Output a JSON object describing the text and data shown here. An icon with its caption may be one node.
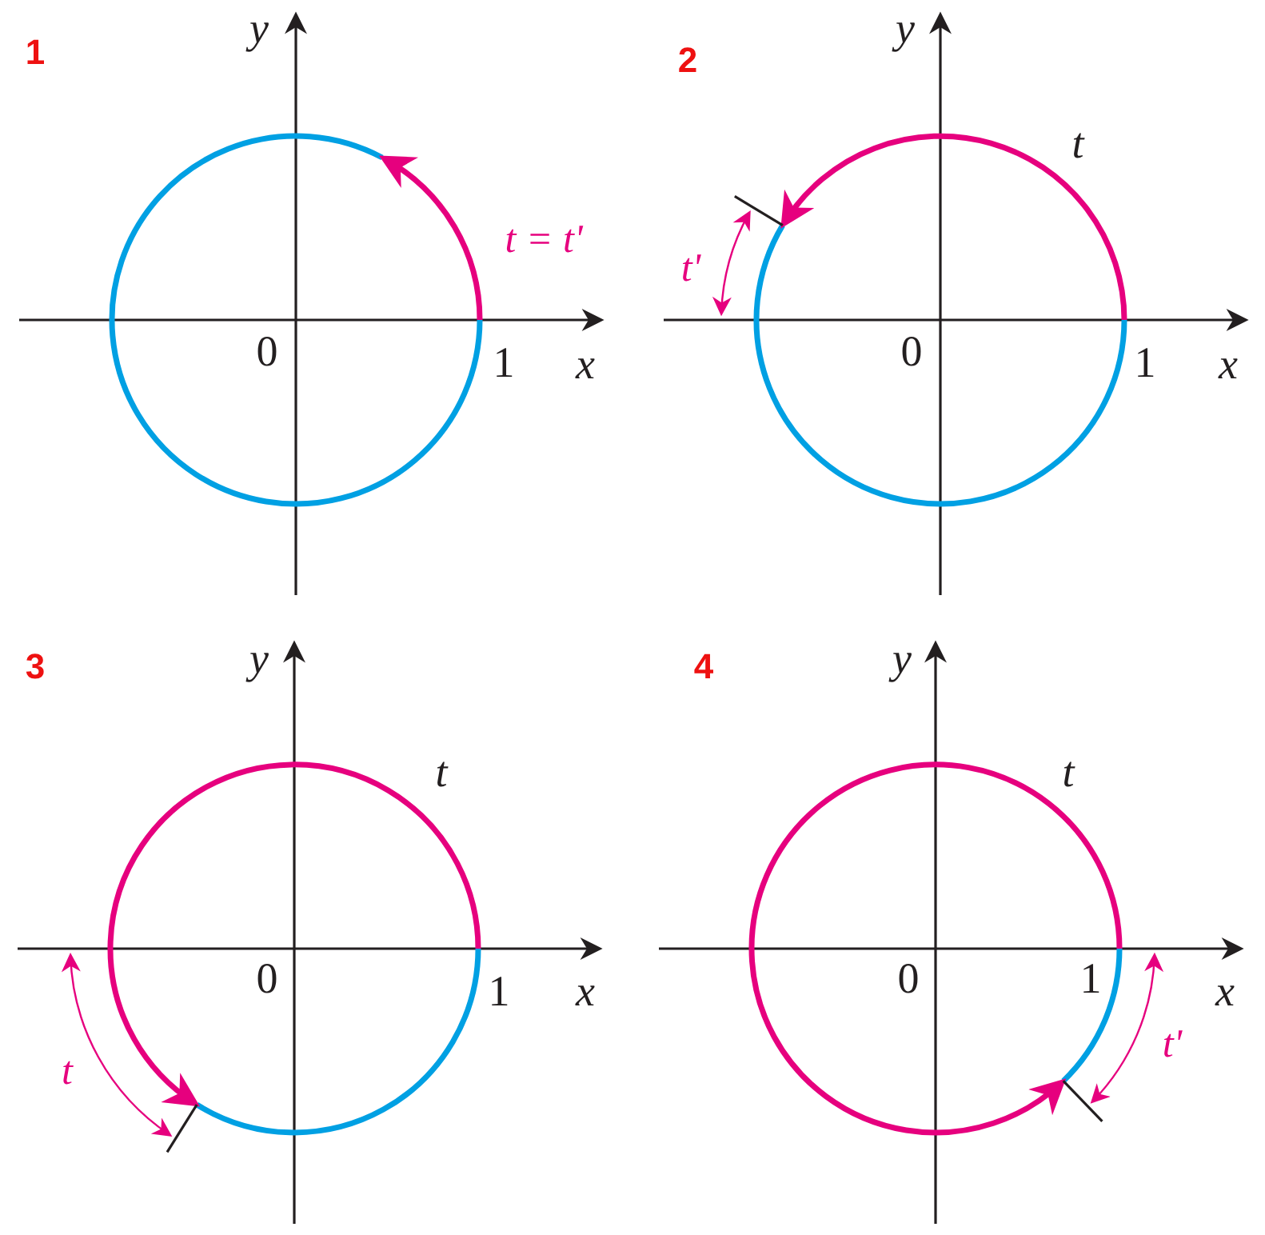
{
  "diagram": {
    "labels": [
      "1",
      "y",
      "t = t'",
      "0",
      "1",
      "x",
      "2",
      "y",
      "t",
      "t'",
      "0",
      "1",
      "x",
      "3",
      "y",
      "t",
      "0",
      "1",
      "x",
      "t",
      "4",
      "y",
      "t",
      "0",
      "1",
      "x",
      "t'"
    ]
  }
}
